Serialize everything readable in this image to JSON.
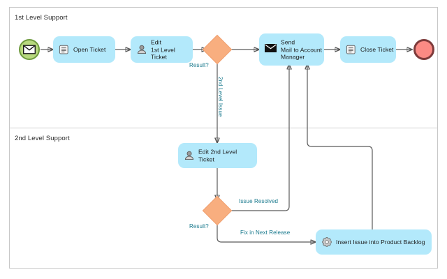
{
  "diagram": {
    "type": "bpmn-process-diagram",
    "title": "",
    "colors": {
      "task_fill": "#b3e9fb",
      "gateway_fill": "#f8ae7f",
      "start_event_fill": "#b8d97e",
      "start_event_stroke": "#6f9b3f",
      "end_event_fill": "#fb8a84",
      "end_event_stroke": "#7d3b3b",
      "connector_stroke": "#5a5a5a",
      "edge_label_text": "#17788c",
      "lane_border": "#c8c8c8",
      "lane_label_text": "#2b2b2b"
    }
  },
  "lanes": [
    {
      "id": "lane1",
      "label": "1st Level Support"
    },
    {
      "id": "lane2",
      "label": "2nd Level Support"
    }
  ],
  "events": [
    {
      "id": "start",
      "kind": "start-message-event",
      "icon": "envelope-icon",
      "label": ""
    },
    {
      "id": "end",
      "kind": "end-event",
      "icon": "",
      "label": ""
    }
  ],
  "tasks": [
    {
      "id": "open_ticket",
      "label": "Open Ticket",
      "icon": "script-task-icon",
      "lane": "lane1"
    },
    {
      "id": "edit_1st",
      "label": "Edit\n1st Level Ticket",
      "icon": "user-task-icon",
      "lane": "lane1"
    },
    {
      "id": "send_mail",
      "label": "Send\nMail to Account\nManager",
      "icon": "send-mail-icon",
      "lane": "lane1"
    },
    {
      "id": "close_ticket",
      "label": "Close Ticket",
      "icon": "script-task-icon",
      "lane": "lane1"
    },
    {
      "id": "edit_2nd",
      "label": "Edit 2nd Level\nTicket",
      "icon": "user-task-icon",
      "lane": "lane2"
    },
    {
      "id": "insert_backlog",
      "label": "Insert Issue into Product Backlog",
      "icon": "service-task-gear-icon",
      "lane": "lane2"
    }
  ],
  "gateways": [
    {
      "id": "gw1",
      "label": "Result?",
      "lane": "lane1"
    },
    {
      "id": "gw2",
      "label": "Result?",
      "lane": "lane2"
    }
  ],
  "edge_labels": {
    "second_level_issue": "2nd Level Issue",
    "issue_resolved": "Issue Resolved",
    "fix_next_release": "Fix in Next Release"
  }
}
